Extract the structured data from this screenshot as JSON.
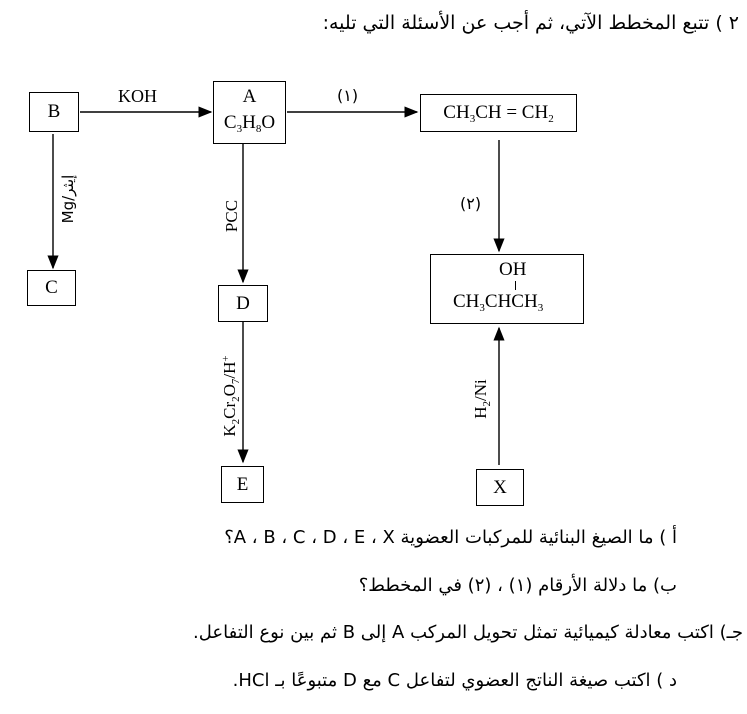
{
  "question": {
    "title": "٢ ) تتبع المخطط الآتي، ثم أجب عن الأسئلة التي تليه:"
  },
  "diagram": {
    "box_b": "B",
    "box_a_top": "A",
    "box_a_formula": "C3H8O",
    "box_propene": "CH3CH = CH2",
    "box_alcohol_oh": "OH",
    "box_alcohol_formula": "CH3CHCH3",
    "box_c": "C",
    "box_d": "D",
    "box_e": "E",
    "box_x": "X",
    "label_koh": "KOH",
    "label_step1": "(١)",
    "label_step2": "(٢)",
    "label_mg": "Mg/إيثر",
    "label_pcc": "PCC",
    "label_k2cr2o7": "K2Cr2O7/H+",
    "label_h2ni": "H2/Ni"
  },
  "subquestions": [
    "أ ) ما الصيغ البنائية للمركبات العضوية A ، B ، C ، D ، E ، X؟",
    "ب) ما دلالة الأرقام (١) ، (٢) في المخطط؟",
    "جـ) اكتب معادلة كيميائية تمثل تحويل المركب A إلى B ثم بين نوع التفاعل.",
    "د ) اكتب صيغة الناتج العضوي لتفاعل C مع D متبوعًا بـ HCl."
  ]
}
